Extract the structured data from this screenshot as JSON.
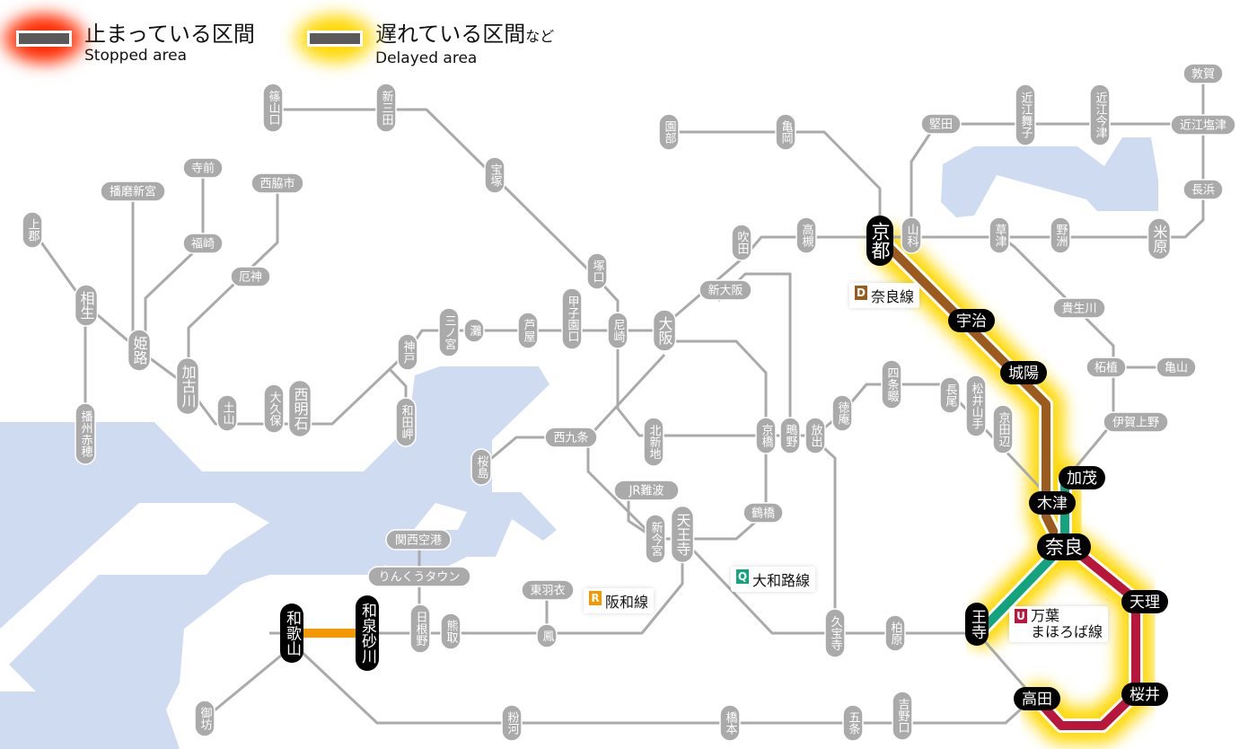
{
  "legend": {
    "stopped": {
      "label_ja": "止まっている区間",
      "label_en": "Stopped area",
      "glow_color": "#ff2a00"
    },
    "delayed": {
      "label_ja": "遅れている区間",
      "label_ja_suffix": "など",
      "label_en": "Delayed area",
      "glow_color": "#ffd800"
    }
  },
  "lines": {
    "nara": {
      "code": "D",
      "name": "奈良線",
      "color": "#9b5b1e",
      "status": "delayed"
    },
    "yamatoji": {
      "code": "Q",
      "name": "大和路線",
      "color": "#14a37f",
      "status": "delayed"
    },
    "hanwa": {
      "code": "R",
      "name": "阪和線",
      "color": "#f39800",
      "status": "stopped"
    },
    "manyo": {
      "code": "U",
      "name_line1": "万葉",
      "name_line2": "まほろば線",
      "color": "#b8163a",
      "status": "delayed"
    }
  },
  "colors": {
    "normal_line": "#aaaaaa",
    "water": "#cfdbf1",
    "affected_station": "#000000"
  },
  "stations": [
    {
      "name": "篠山口",
      "kind": "normal"
    },
    {
      "name": "新三田",
      "kind": "normal"
    },
    {
      "name": "宝塚",
      "kind": "normal"
    },
    {
      "name": "寺前",
      "kind": "normal"
    },
    {
      "name": "播磨新宮",
      "kind": "normal"
    },
    {
      "name": "西脇市",
      "kind": "normal"
    },
    {
      "name": "上郡",
      "kind": "normal"
    },
    {
      "name": "福崎",
      "kind": "normal"
    },
    {
      "name": "厄神",
      "kind": "normal"
    },
    {
      "name": "相生",
      "kind": "major"
    },
    {
      "name": "姫路",
      "kind": "major"
    },
    {
      "name": "加古川",
      "kind": "major"
    },
    {
      "name": "土山",
      "kind": "normal"
    },
    {
      "name": "大久保",
      "kind": "normal"
    },
    {
      "name": "西明石",
      "kind": "major"
    },
    {
      "name": "神戸",
      "kind": "normal"
    },
    {
      "name": "和田岬",
      "kind": "normal"
    },
    {
      "name": "播州赤穂",
      "kind": "normal"
    },
    {
      "name": "三ノ宮",
      "kind": "normal"
    },
    {
      "name": "灘",
      "kind": "normal"
    },
    {
      "name": "芦屋",
      "kind": "normal"
    },
    {
      "name": "甲子園口",
      "kind": "normal"
    },
    {
      "name": "尼崎",
      "kind": "normal"
    },
    {
      "name": "塚口",
      "kind": "normal"
    },
    {
      "name": "大阪",
      "kind": "major"
    },
    {
      "name": "新大阪",
      "kind": "normal"
    },
    {
      "name": "吹田",
      "kind": "normal"
    },
    {
      "name": "高槻",
      "kind": "normal"
    },
    {
      "name": "園部",
      "kind": "normal"
    },
    {
      "name": "亀岡",
      "kind": "normal"
    },
    {
      "name": "山科",
      "kind": "normal"
    },
    {
      "name": "堅田",
      "kind": "normal"
    },
    {
      "name": "近江舞子",
      "kind": "normal"
    },
    {
      "name": "近江今津",
      "kind": "normal"
    },
    {
      "name": "敦賀",
      "kind": "normal"
    },
    {
      "name": "近江塩津",
      "kind": "normal"
    },
    {
      "name": "長浜",
      "kind": "normal"
    },
    {
      "name": "米原",
      "kind": "major"
    },
    {
      "name": "草津",
      "kind": "normal"
    },
    {
      "name": "野洲",
      "kind": "normal"
    },
    {
      "name": "貴生川",
      "kind": "normal"
    },
    {
      "name": "柘植",
      "kind": "normal"
    },
    {
      "name": "亀山",
      "kind": "normal"
    },
    {
      "name": "伊賀上野",
      "kind": "normal"
    },
    {
      "name": "西九条",
      "kind": "normal"
    },
    {
      "name": "桜島",
      "kind": "normal"
    },
    {
      "name": "北新地",
      "kind": "normal"
    },
    {
      "name": "京橋",
      "kind": "normal"
    },
    {
      "name": "鴫野",
      "kind": "normal"
    },
    {
      "name": "放出",
      "kind": "normal"
    },
    {
      "name": "徳庵",
      "kind": "normal"
    },
    {
      "name": "四条畷",
      "kind": "normal"
    },
    {
      "name": "長尾",
      "kind": "normal"
    },
    {
      "name": "松井山手",
      "kind": "normal"
    },
    {
      "name": "京田辺",
      "kind": "normal"
    },
    {
      "name": "JR難波",
      "kind": "normal"
    },
    {
      "name": "鶴橋",
      "kind": "normal"
    },
    {
      "name": "新今宮",
      "kind": "normal"
    },
    {
      "name": "天王寺",
      "kind": "major"
    },
    {
      "name": "関西空港",
      "kind": "normal"
    },
    {
      "name": "りんくうタウン",
      "kind": "normal"
    },
    {
      "name": "東羽衣",
      "kind": "normal"
    },
    {
      "name": "日根野",
      "kind": "normal"
    },
    {
      "name": "熊取",
      "kind": "normal"
    },
    {
      "name": "鳳",
      "kind": "normal"
    },
    {
      "name": "久宝寺",
      "kind": "normal"
    },
    {
      "name": "柏原",
      "kind": "normal"
    },
    {
      "name": "御坊",
      "kind": "normal"
    },
    {
      "name": "粉河",
      "kind": "normal"
    },
    {
      "name": "橋本",
      "kind": "normal"
    },
    {
      "name": "五条",
      "kind": "normal"
    },
    {
      "name": "吉野口",
      "kind": "normal"
    },
    {
      "name": "京都",
      "kind": "affected"
    },
    {
      "name": "宇治",
      "kind": "affected"
    },
    {
      "name": "城陽",
      "kind": "affected"
    },
    {
      "name": "加茂",
      "kind": "affected"
    },
    {
      "name": "木津",
      "kind": "affected"
    },
    {
      "name": "奈良",
      "kind": "affected"
    },
    {
      "name": "天理",
      "kind": "affected"
    },
    {
      "name": "王寺",
      "kind": "affected"
    },
    {
      "name": "桜井",
      "kind": "affected"
    },
    {
      "name": "高田",
      "kind": "affected"
    },
    {
      "name": "和歌山",
      "kind": "affected"
    },
    {
      "name": "和泉砂川",
      "kind": "affected"
    }
  ]
}
